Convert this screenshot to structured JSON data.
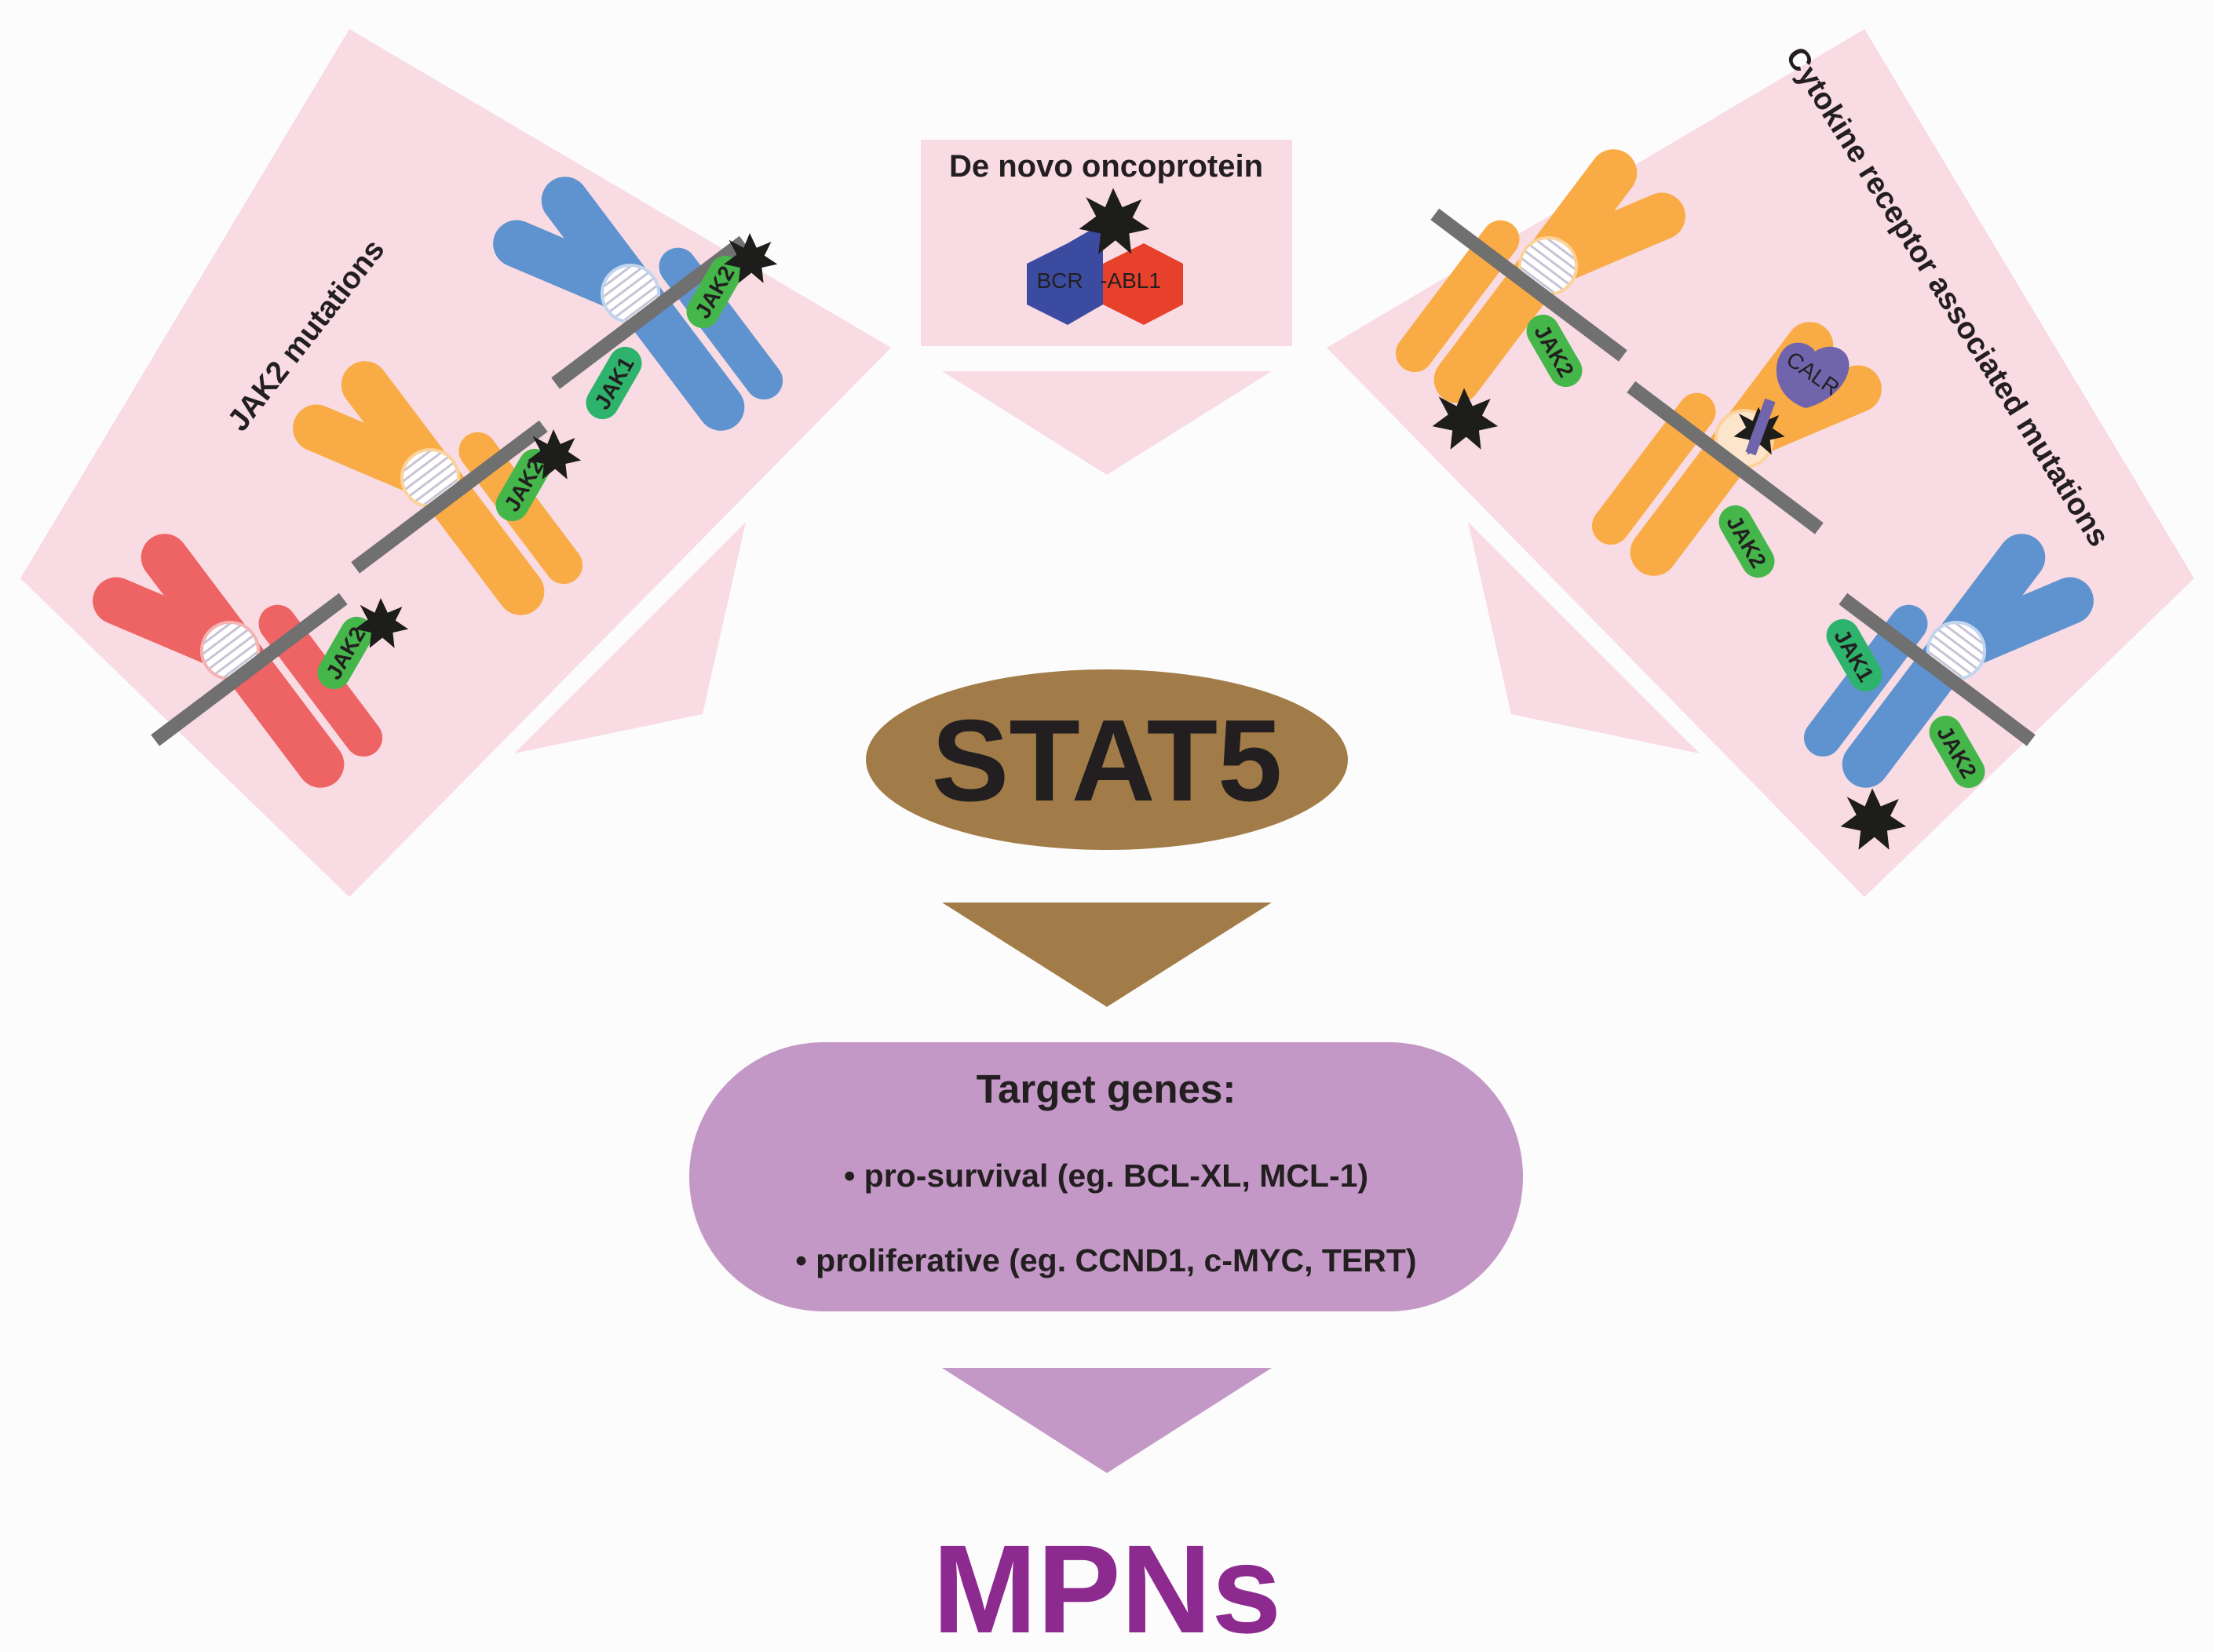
{
  "panels": {
    "left_title": "JAK2 mutations",
    "center_title": "De novo oncoprotein",
    "right_title": "Cytokine receptor associated mutations"
  },
  "oncoprotein": {
    "left": "BCR",
    "right": "-ABL1"
  },
  "kinases": {
    "jak1": "JAK1",
    "jak2": "JAK2",
    "calr": "CALR"
  },
  "hub": {
    "label": "STAT5"
  },
  "targets": {
    "title": "Target genes:",
    "item1": "• pro-survival (eg. BCL-XL, MCL-1)",
    "item2": "• proliferative (eg. CCND1, c-MYC, TERT)"
  },
  "outcome": {
    "label": "MPNs"
  },
  "colors": {
    "panel_bg": "#f9dbe3",
    "receptor_red": "#ee6464",
    "receptor_orange": "#f9ab45",
    "receptor_blue": "#5f93cf",
    "jak_green": "#45b64a",
    "jak1_green": "#2db36b",
    "membrane": "#707070",
    "star": "#1d1d1b",
    "bcr_blue": "#3b4ba0",
    "abl1_red": "#e8412b",
    "calr_purple": "#7064ad",
    "stat5_brown": "#a27c48",
    "target_purple": "#c398c6",
    "mpn_purple": "#8c2a8f"
  }
}
